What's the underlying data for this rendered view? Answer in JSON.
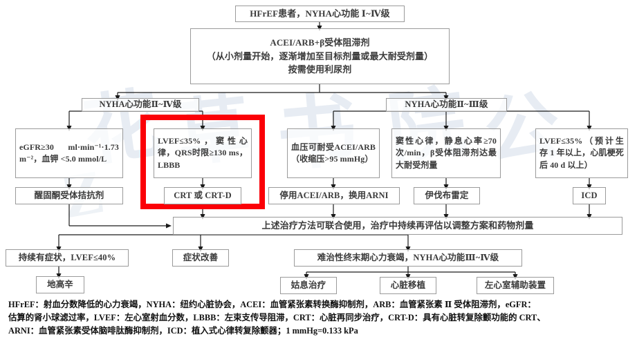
{
  "diagram": {
    "title_node": "HFrEF患者，NYHA心功能 Ⅰ~Ⅳ级",
    "therapy": {
      "line1": "ACEI/ARB+β受体阻滞剂",
      "line2": "（从小剂量开始，逐渐增加至目标剂量或最大耐受剂量）",
      "line3": "按需使用利尿剂"
    },
    "branch_left": "NYHA心功能Ⅱ~Ⅳ级",
    "branch_right": "NYHA心功能Ⅱ~Ⅲ级",
    "criteria": {
      "egfr": "eGFR≥30 ml·min⁻¹·1.73 m⁻²，血钾 <5.0 mmol/L",
      "lvef_crt": "LVEF≤35%，窦性心律，QRS时限≥130 ms，LBBB",
      "bp": "血压可耐受ACEI/ARB（收缩压>95 mmHg）",
      "sinus": "窦性心律，静息心率≥70次/min，β受体阻滞剂达最大耐受剂量",
      "icd_criteria": "LVEF≤35%（预计生存 1 年以上，心肌梗死后 40 d 以上）"
    },
    "treatments": {
      "aldosterone": "醒固酮受体拮抗剂",
      "crt": "CRT 或 CRT-D",
      "arni": "停用ACEI/ARB，换用ARNI",
      "ivabradine": "伊伐布雷定",
      "icd": "ICD"
    },
    "combined": "上述治疗方法可联合使用，治疗中持续再评估以调整方案和药物剂量",
    "outcomes": {
      "persistent": "持续有症状，LVEF≤40%",
      "digoxin": "地高辛",
      "improved": "症状改善",
      "refractory": "难治性终末期心力衰竭，NYHA心功能Ⅲ~Ⅳ级",
      "palliative": "姑息治疗",
      "transplant": "心脏移植",
      "lvad": "左心室辅助装置"
    },
    "highlight_color": "#fb0007"
  },
  "footnote": {
    "line1": "HFrEF：射血分数降低的心力衰竭，NYHA：纽约心脏协会，ACEI：血管紧张素转换酶抑制剂，ARB：血管紧张素 Ⅱ 受体阻滞剂，eGFR：",
    "line2": "估算的肾小球滤过率，LVEF：左心室射血分数，LBBB：左束支传导阻滞，CRT：心脏再同步治疗，CRT-D：具有心脏转复除颤功能的 CRT、",
    "line3": "ARNI：血管紧张素受体脑啡肽酶抑制剂，ICD：植入式心律转复除颤器；1 mmHg=0.133 kPa"
  }
}
